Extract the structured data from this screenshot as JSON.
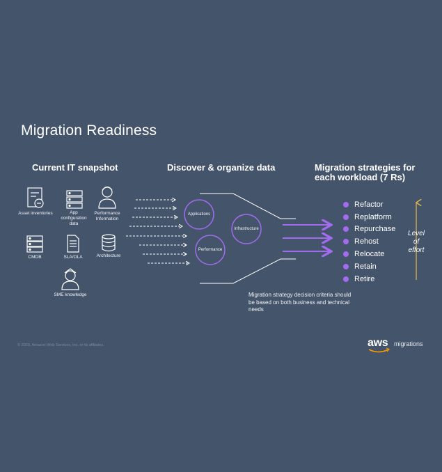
{
  "title": "Migration Readiness",
  "columns": {
    "snapshot": "Current IT snapshot",
    "discover": "Discover & organize data",
    "strategies_line1": "Migration strategies for",
    "strategies_line2": "each workload (7 Rs)"
  },
  "assets": {
    "asset_inventories": "Asset inventories",
    "app_config_line1": "App",
    "app_config_line2": "configuration",
    "app_config_line3": "data",
    "performance_line1": "Performance",
    "performance_line2": "Information",
    "cmdb": "CMDB",
    "sla_ola": "SLA/OLA",
    "architecture": "Architecture",
    "sme_knowledge": "SME knowledge"
  },
  "circles": {
    "applications": "Applications",
    "infrastructure": "Infrastructure",
    "performance": "Performance"
  },
  "strategies": [
    "Refactor",
    "Replatform",
    "Repurchase",
    "Rehost",
    "Relocate",
    "Retain",
    "Retire"
  ],
  "level_of_effort": {
    "line1": "Level",
    "line2": "of",
    "line3": "effort"
  },
  "decision_note": "Migration strategy decision criteria should be based on both business and technical needs",
  "copyright": "© 2020, Amazon Web Services, Inc. or its affiliates.",
  "brand": {
    "logo": "aws",
    "product": "migrations"
  },
  "colors": {
    "background": "#44546b",
    "accent_purple": "#a26bf0",
    "arrow_gold": "#e8b84a",
    "aws_orange": "#ff9900"
  }
}
